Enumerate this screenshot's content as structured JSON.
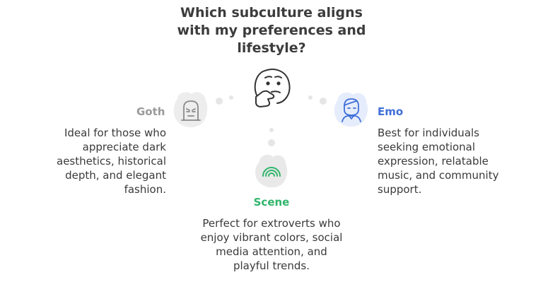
{
  "title": {
    "lines": [
      "Which subculture aligns",
      "with my preferences and",
      "lifestyle?"
    ]
  },
  "options": [
    {
      "id": "goth",
      "label": "Goth",
      "icon": "goth-mask-icon",
      "color": "#9a9a9a",
      "description_lines": [
        "Ideal for those who",
        "appreciate dark",
        "aesthetics, historical",
        "depth, and elegant",
        "fashion."
      ]
    },
    {
      "id": "emo",
      "label": "Emo",
      "icon": "emo-person-icon",
      "color": "#3f6fd8",
      "description_lines": [
        "Best for individuals",
        "seeking emotional",
        "expression, relatable",
        "music, and community",
        "support."
      ]
    },
    {
      "id": "scene",
      "label": "Scene",
      "icon": "scene-rainbow-icon",
      "color": "#2fb56a",
      "description_lines": [
        "Perfect for extroverts who",
        "enjoy vibrant colors, social",
        "media attention, and",
        "playful trends."
      ]
    }
  ],
  "center_icon": "thinking-face-icon"
}
